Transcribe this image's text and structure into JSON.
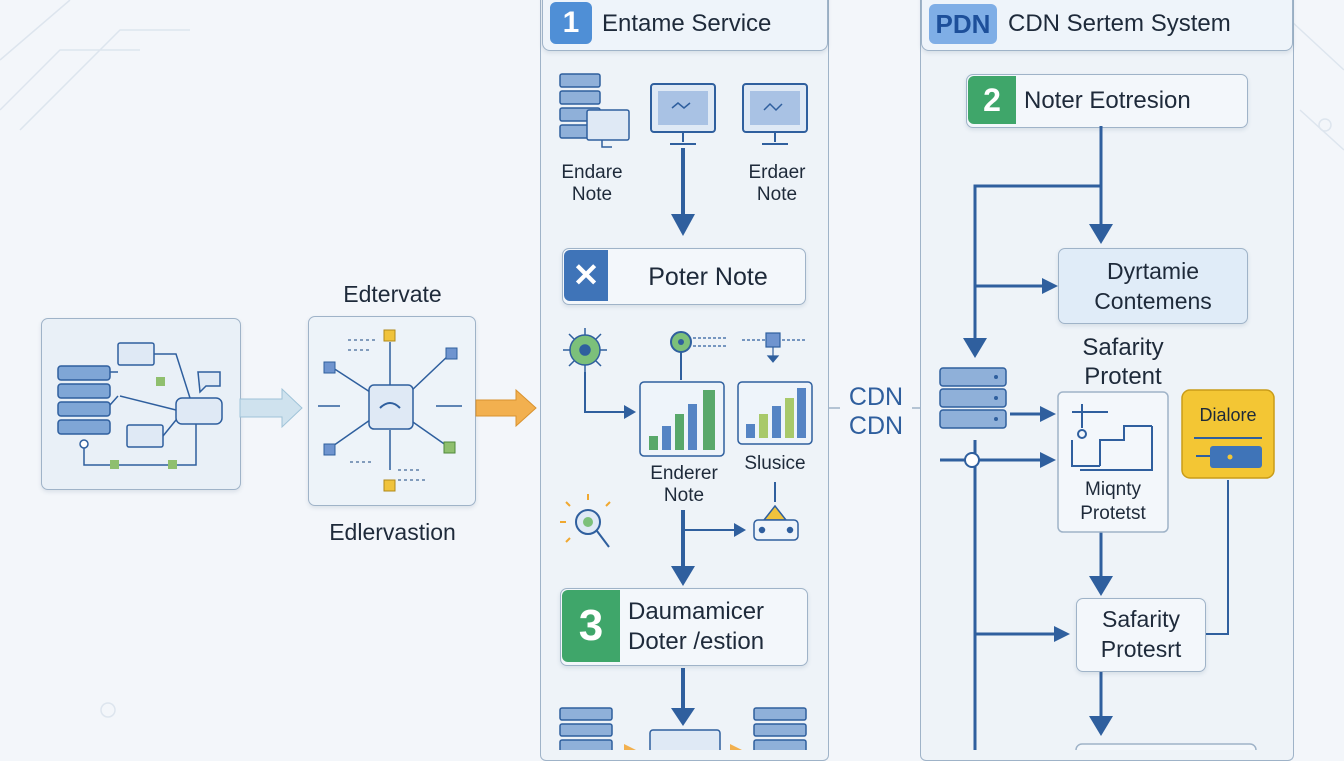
{
  "left": {
    "title": "Edtervate",
    "caption": "Edlervastion"
  },
  "middle": {
    "header": {
      "number": "1",
      "title": "Entame Service"
    },
    "node_a": {
      "line1": "Endare",
      "line2": "Note"
    },
    "node_b": {
      "line1": "Erdaer",
      "line2": "Note"
    },
    "poter": {
      "label": "Poter Note"
    },
    "enderer": {
      "line1": "Enderer",
      "line2": "Note"
    },
    "slusice": {
      "label": "Slusice"
    },
    "daum": {
      "number": "3",
      "line1": "Daumamicer",
      "line2": "Doter /estion"
    }
  },
  "cdn": {
    "line1": "CDN",
    "line2": "CDN"
  },
  "right": {
    "header": {
      "logo": "PDN",
      "title": "CDN Sertem System"
    },
    "noter": {
      "number": "2",
      "label": "Noter Eotresion"
    },
    "dyrtamie": {
      "line1": "Dyrtamie",
      "line2": "Contemens"
    },
    "safarity_top": {
      "line1": "Safarity",
      "line2": "Protent"
    },
    "dialore": {
      "label": "Dialore"
    },
    "mignty": {
      "line1": "Miqnty",
      "line2": "Protetst"
    },
    "safarity_bottom": {
      "line1": "Safarity",
      "line2": "Protesrt"
    }
  },
  "colors": {
    "arrow_blue": "#2f5f9e",
    "badge_blue": "#4f8fd6",
    "badge_green": "#3fa66a",
    "dialore_yellow": "#f3c634",
    "bar_green": "#58a86a",
    "bar_blue": "#5584c4"
  }
}
